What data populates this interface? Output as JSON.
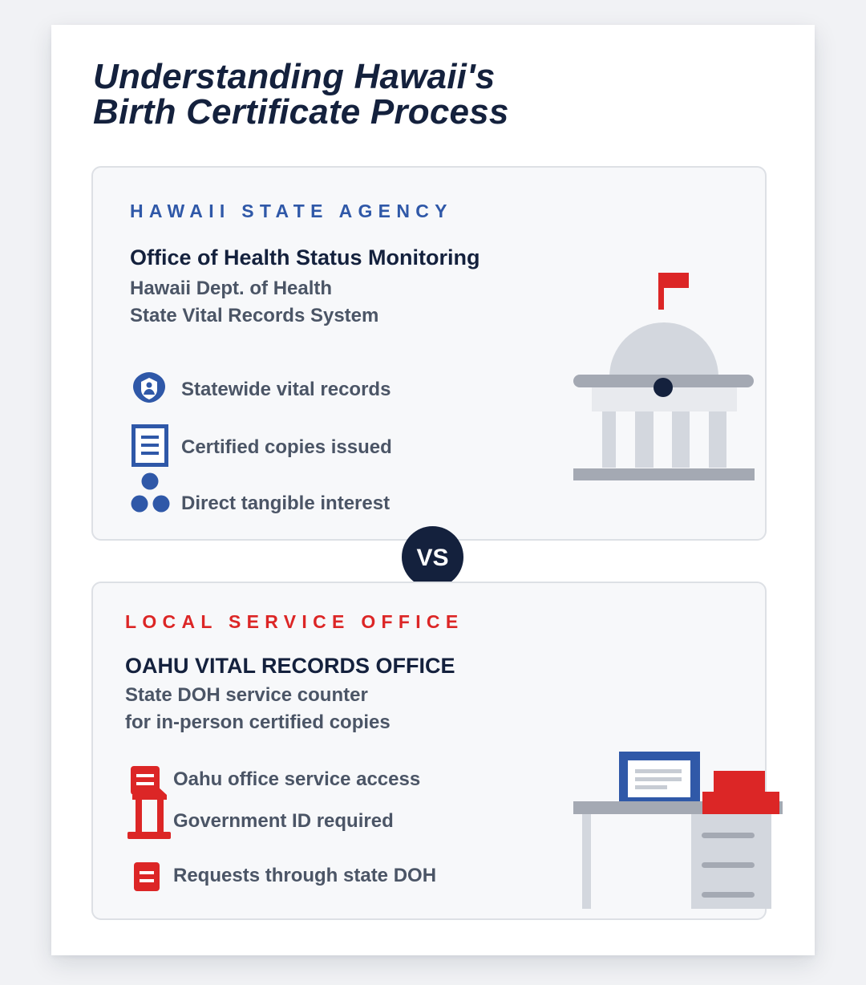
{
  "title": {
    "line1": "Understanding Hawaii's",
    "line2": "Birth Certificate Process"
  },
  "state_panel": {
    "eyebrow": "HAWAII STATE AGENCY",
    "heading": "Office of Health Status Monitoring",
    "sub_line1": "Hawaii Dept. of Health",
    "sub_line2": "State Vital Records System",
    "items": [
      {
        "label": "Statewide vital records",
        "icon": "shield-person-icon"
      },
      {
        "label": "Certified copies issued",
        "icon": "document-icon"
      },
      {
        "label": "Direct tangible interest",
        "icon": "people-icon"
      }
    ],
    "illustration": "capitol-building",
    "accent_color": "#2f58a8"
  },
  "vs_label": "VS",
  "local_panel": {
    "eyebrow": "LOCAL SERVICE OFFICE",
    "heading": "OAHU VITAL RECORDS OFFICE",
    "sub_line1": "State DOH service counter",
    "sub_line2": "for in-person certified copies",
    "items": [
      {
        "label": "Oahu office service access",
        "icon": "office-counter-icon"
      },
      {
        "label": "Government ID required",
        "icon": "office-counter-icon"
      },
      {
        "label": "Requests through state DOH",
        "icon": "form-icon"
      }
    ],
    "illustration": "office-desk",
    "accent_color": "#dc2626"
  }
}
